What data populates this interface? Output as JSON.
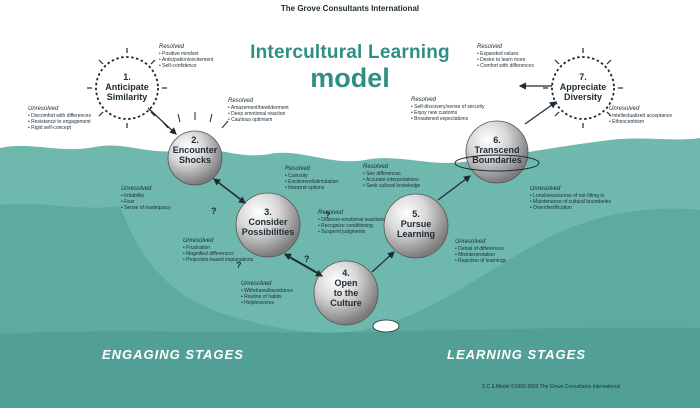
{
  "publisher": "The Grove Consultants International",
  "title_line1": "Intercultural Learning",
  "title_line2": "model",
  "stage_labels": {
    "engaging": "ENGAGING STAGES",
    "learning": "LEARNING STAGES"
  },
  "copyright": "S.C.ILModel ©1993-2003 The Grove Consultants International",
  "stages": {
    "s1": {
      "label": "1.\nAnticipate\nSimilarity"
    },
    "s2": {
      "label": "2.\nEncounter\nShocks"
    },
    "s3": {
      "label": "3.\nConsider\nPossibilities"
    },
    "s4": {
      "label": "4.\nOpen\nto the\nCulture"
    },
    "s5": {
      "label": "5.\nPursue\nLearning"
    },
    "s6": {
      "label": "6.\nTranscend\nBoundaries"
    },
    "s7": {
      "label": "7.\nAppreciate\nDiversity"
    }
  },
  "blocks": {
    "s1_resolved": {
      "heading": "Resolved",
      "items": [
        "Positive mindset",
        "Anticipation/excitement",
        "Self-confidence"
      ]
    },
    "s1_unresolved": {
      "heading": "Unresolved",
      "items": [
        "Discomfort with differences",
        "Resistance to engagement",
        "Rigid self-concept"
      ]
    },
    "s2_resolved": {
      "heading": "Resolved",
      "items": [
        "Amazement/bewilderment",
        "Deep emotional reaction",
        "Cautious optimism"
      ]
    },
    "s3_resolved": {
      "heading": "Resolved",
      "items": [
        "Curiosity",
        "Excitement/stimulation",
        "Interpret options"
      ]
    },
    "s3_unresolved": {
      "heading": "Unresolved",
      "items": [
        "Irritability",
        "Fear",
        "Sense of inadequacy"
      ]
    },
    "s4_resolved": {
      "heading": "Resolved",
      "items": [
        "Observe emotional reactions",
        "Recognize conditioning",
        "Suspend judgments"
      ]
    },
    "s4_unresolved_a": {
      "heading": "Unresolved",
      "items": [
        "Frustration",
        "Magnified differences",
        "Projection-based explanations"
      ]
    },
    "s4_unresolved_b": {
      "heading": "Unresolved",
      "items": [
        "Withdrawal/avoidance",
        "Routine of habits",
        "Helplessness"
      ]
    },
    "s5_resolved": {
      "heading": "Resolved",
      "items": [
        "See differences",
        "Accurate interpretations",
        "Seek cultural knowledge"
      ]
    },
    "s5_unresolved": {
      "heading": "Unresolved",
      "items": [
        "Denial of differences",
        "Misinterpretation",
        "Rejection of learnings"
      ]
    },
    "s6_resolved": {
      "heading": "Resolved",
      "items": [
        "Self-discovery/sense of security",
        "Enjoy new customs",
        "Broadened expectations"
      ]
    },
    "s6_unresolved": {
      "heading": "Unresolved",
      "items": [
        "Loneliness/sense of not fitting in",
        "Maintenance of cultural boundaries",
        "Overidentification"
      ]
    },
    "s7_resolved": {
      "heading": "Resolved",
      "items": [
        "Expanded values",
        "Desire to learn more",
        "Comfort with differences"
      ]
    },
    "s7_unresolved": {
      "heading": "Unresolved",
      "items": [
        "Intellectualized acceptance",
        "Ethnocentrism"
      ]
    }
  },
  "colors": {
    "water": "#6fb8ad",
    "water_deep": "#4e9f94",
    "title": "#2e8f84",
    "ink": "#1d2b33"
  }
}
